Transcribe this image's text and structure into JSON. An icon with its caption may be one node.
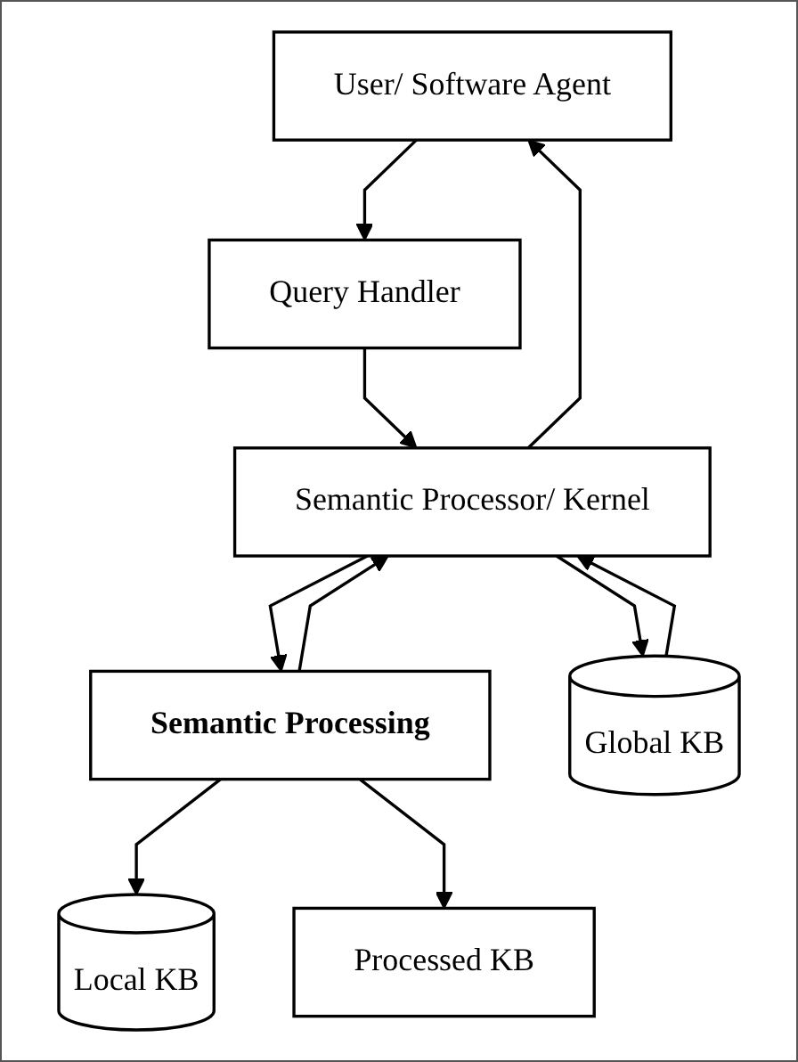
{
  "diagram": {
    "nodes": [
      {
        "text": [
          "User/ Software Agent"
        ]
      },
      {
        "text": [
          "Query Handler"
        ]
      },
      {
        "text": [
          "Semantic Processor/ Kernel"
        ]
      },
      {
        "text": [
          "Semantic Processing"
        ]
      },
      {
        "text": [
          "Local KB"
        ]
      },
      {
        "text": [
          "Processed KB"
        ]
      },
      {
        "text": [
          "Global KB"
        ]
      }
    ],
    "edges": [
      {
        "from": 0,
        "to": 1,
        "arrow": "to"
      },
      {
        "from": 1,
        "to": 2,
        "arrow": "to"
      },
      {
        "from": 2,
        "to": 0,
        "arrow": "to"
      },
      {
        "from": 2,
        "to": 3,
        "arrow": "to"
      },
      {
        "from": 3,
        "to": 2,
        "arrow": "to"
      },
      {
        "from": 3,
        "to": 4,
        "arrow": "to"
      },
      {
        "from": 3,
        "to": 5,
        "arrow": "to"
      },
      {
        "from": 2,
        "to": 6,
        "arrow": "to"
      },
      {
        "from": 6,
        "to": 2,
        "arrow": "to"
      }
    ]
  }
}
